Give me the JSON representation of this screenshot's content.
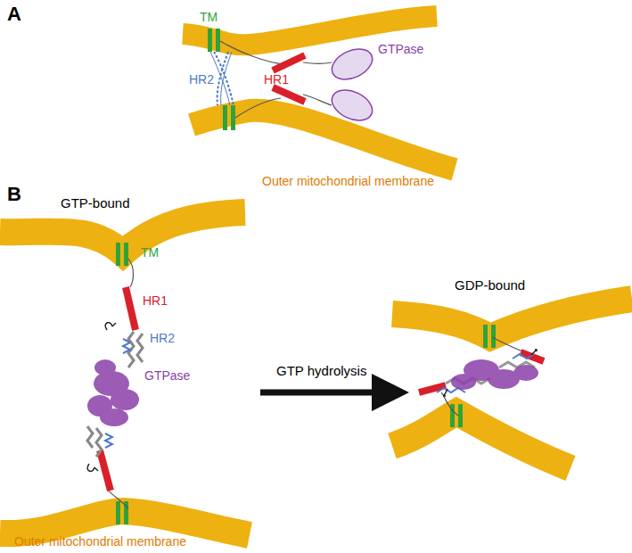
{
  "diagram": {
    "labels": [
      "A",
      "TM",
      "HR2",
      "HR1",
      "GTPase",
      "Outer mitochondrial membrane",
      "B",
      "GTP-bound",
      "TM",
      "HR1",
      "HR2",
      "GTPase",
      "Outer mitochondrial membrane",
      "GTP hydrolysis",
      "GDP-bound"
    ]
  }
}
